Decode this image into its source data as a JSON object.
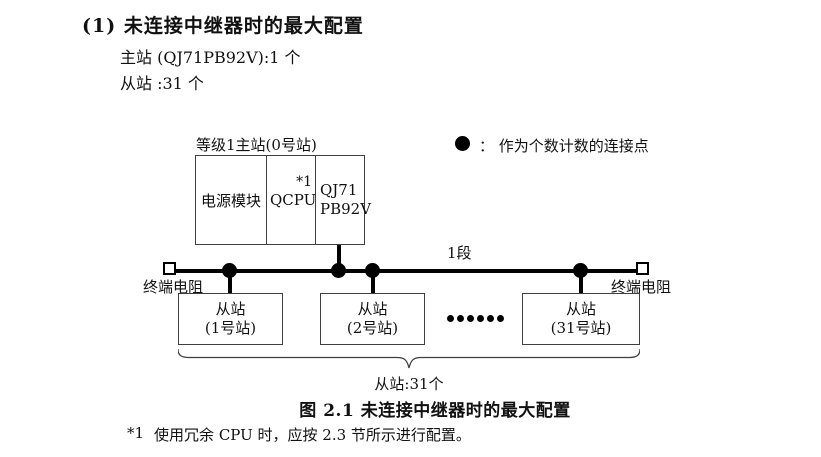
{
  "colors": {
    "ink": "#111111",
    "line": "#000000",
    "box_border": "#3f3f3f"
  },
  "header": {
    "heading": "(1) 未连接中继器时的最大配置",
    "master_line": "主站 (QJ71PB92V):1 个",
    "slave_line": "从站 :31 个"
  },
  "figure": {
    "master": {
      "label": "等级1主站(0号站)",
      "power_cell": "电源模块",
      "cpu_cell": "QCPU",
      "cpu_note": "*1",
      "pb_cell_line1": "QJ71",
      "pb_cell_line2": "PB92V"
    },
    "legend": {
      "label": "：  作为个数计数的连接点"
    },
    "bus": {
      "segment_label": "1段",
      "terminator_left_label": "终端电阻",
      "terminator_right_label": "终端电阻"
    },
    "slaves": [
      {
        "name": "从站",
        "station": "(1号站)"
      },
      {
        "name": "从站",
        "station": "(2号站)"
      },
      {
        "name": "从站",
        "station": "(31号站)"
      }
    ],
    "brace_label": "从站:31个",
    "caption": "图 2.1 未连接中继器时的最大配置"
  },
  "footnote": {
    "marker": "*1",
    "text": "使用冗余 CPU 时，应按 2.3 节所示进行配置。"
  }
}
